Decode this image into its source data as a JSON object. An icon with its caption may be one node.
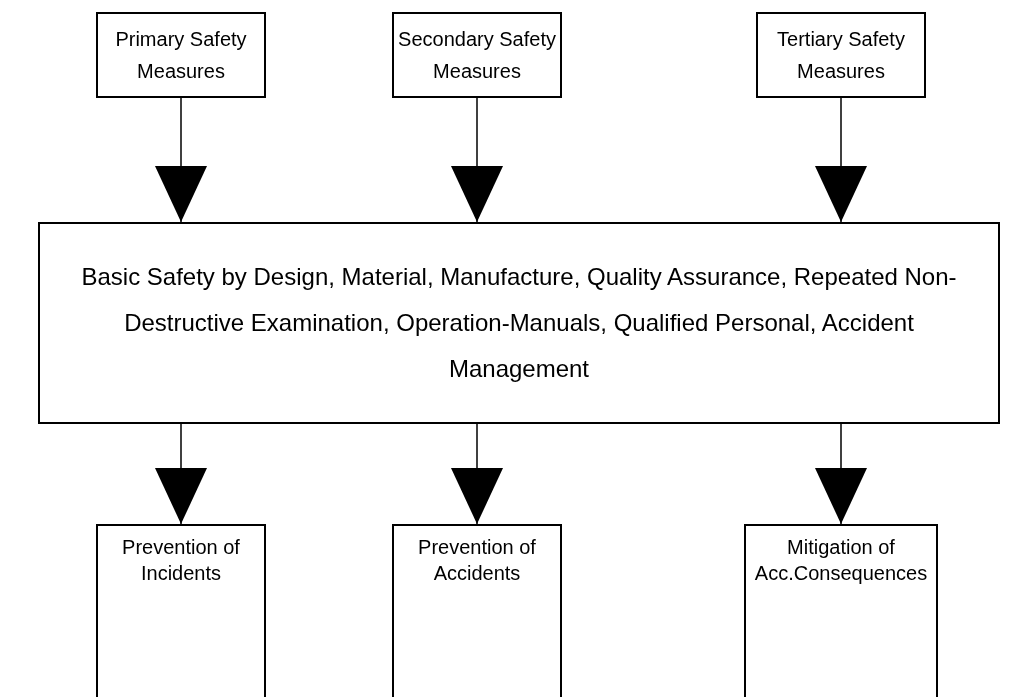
{
  "diagram": {
    "nodes": [
      {
        "text": [
          "Primary Safety Measures"
        ]
      },
      {
        "text": [
          "Secondary Safety Measures"
        ]
      },
      {
        "text": [
          "Tertiary Safety Measures"
        ]
      },
      {
        "text": [
          "Basic Safety by Design, Material, Manufacture, Quality Assurance, Repeated Non-Destructive Examination, Operation-Manuals, Qualified Personal, Accident Management"
        ]
      },
      {
        "text": [
          "Prevention of Incidents"
        ]
      },
      {
        "text": [
          "Prevention of Accidents"
        ]
      },
      {
        "text": [
          "Mitigation of Acc.Consequences"
        ]
      }
    ],
    "edges": [
      {
        "from": 0,
        "to": 3,
        "arrow": "to"
      },
      {
        "from": 1,
        "to": 3,
        "arrow": "to"
      },
      {
        "from": 2,
        "to": 3,
        "arrow": "to"
      },
      {
        "from": 3,
        "to": 4,
        "arrow": "to"
      },
      {
        "from": 3,
        "to": 5,
        "arrow": "to"
      },
      {
        "from": 3,
        "to": 6,
        "arrow": "to"
      }
    ]
  }
}
